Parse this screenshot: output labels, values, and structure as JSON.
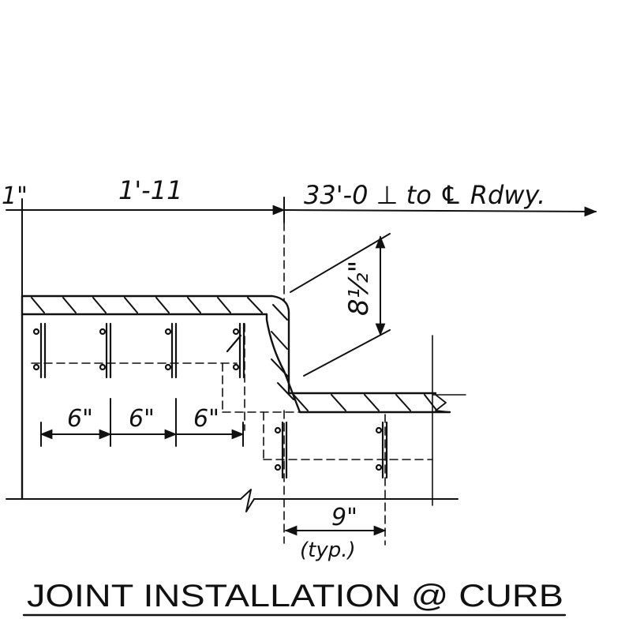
{
  "drawing": {
    "title": "JOINT INSTALLATION @ CURB",
    "dimensions": {
      "left_offset": "1\"",
      "top_span": "1'-11",
      "to_roadway": "33'-0 ⊥ to ℄ Rdwy.",
      "curb_height": "8½\"",
      "spacing_1": "6\"",
      "spacing_2": "6\"",
      "spacing_3": "6\"",
      "gutter_spacing": "9\"",
      "typical_note": "(typ.)"
    }
  }
}
